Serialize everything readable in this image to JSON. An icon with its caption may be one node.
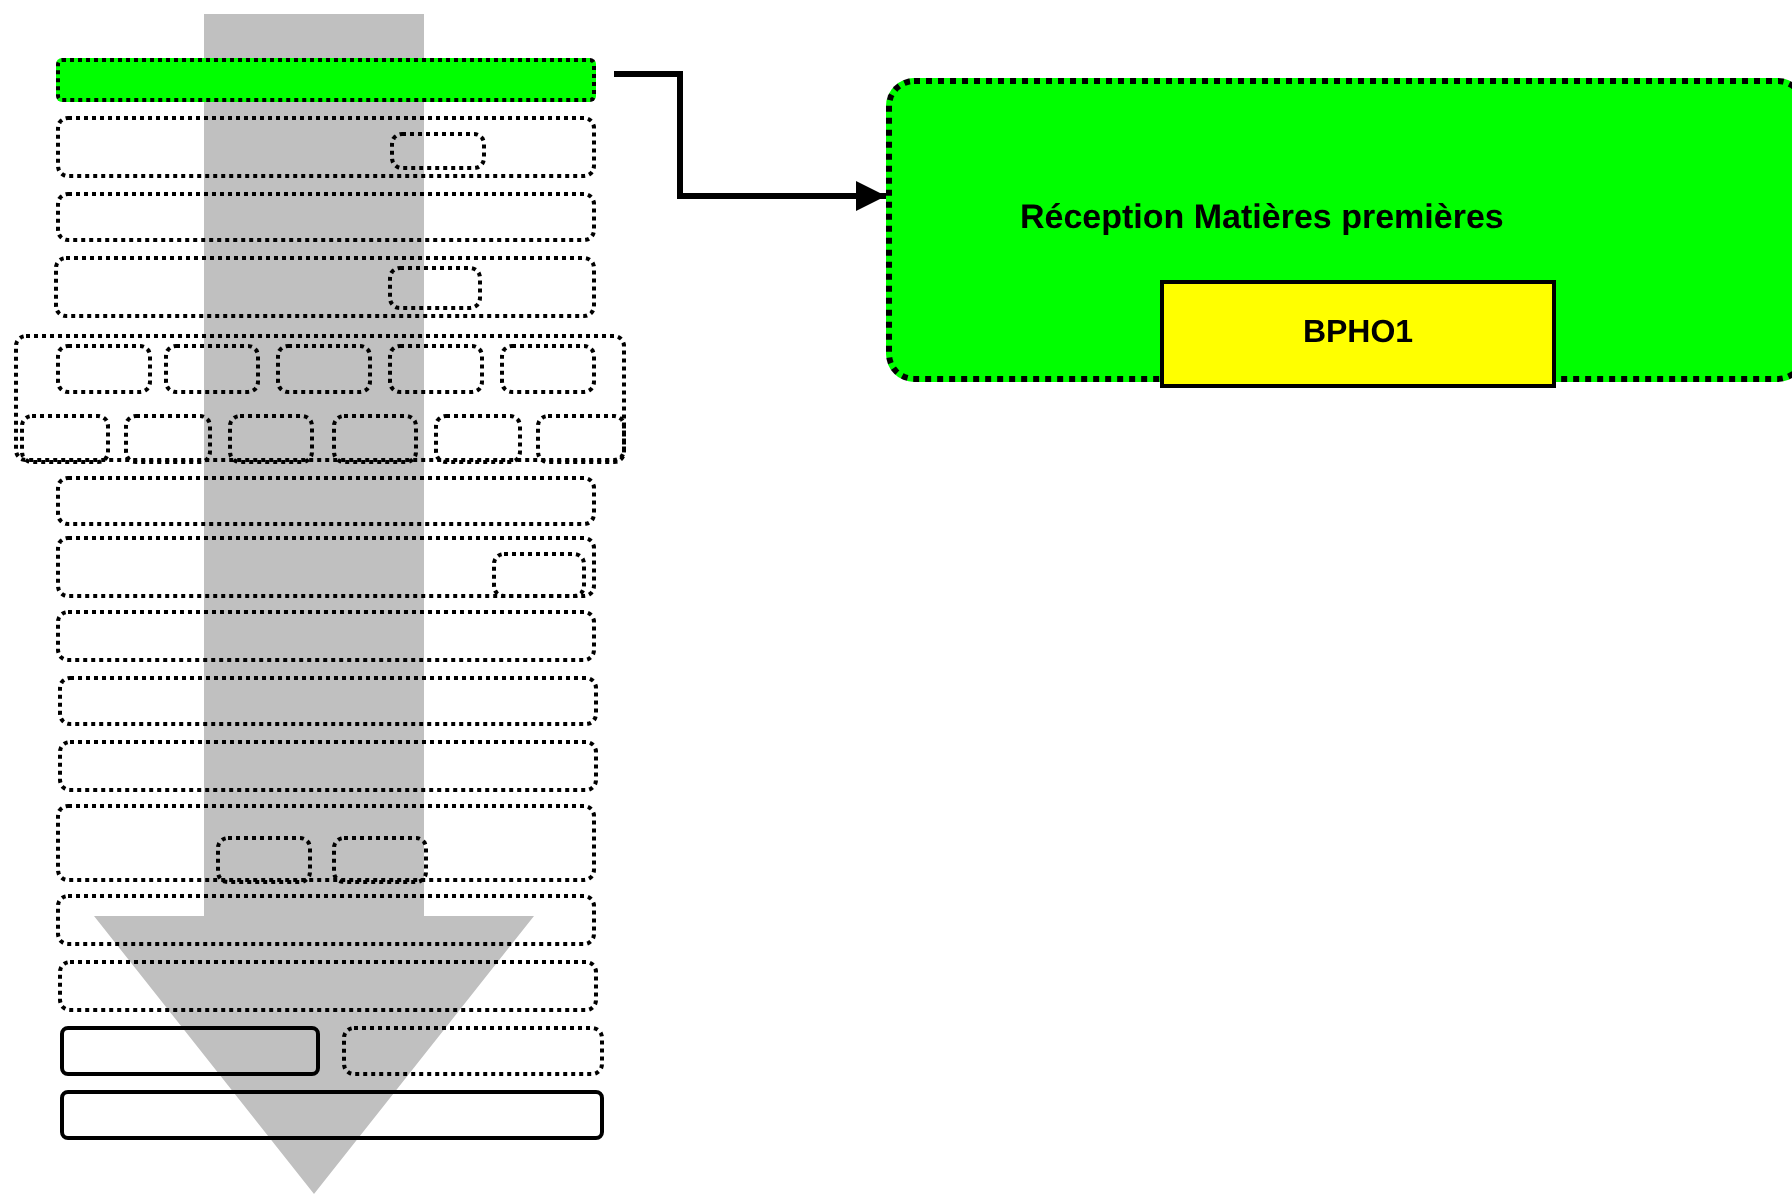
{
  "diagram": {
    "nodes": [
      {
        "text": [],
        "shape": "box"
      },
      {
        "text": [],
        "shape": "box"
      },
      {
        "text": [],
        "shape": "box",
        "in": 1
      },
      {
        "text": [],
        "shape": "box"
      },
      {
        "text": [],
        "shape": "box"
      },
      {
        "text": [],
        "shape": "box",
        "in": 4
      },
      {
        "text": [],
        "shape": "box"
      },
      {
        "text": [],
        "shape": "box",
        "in": 6
      },
      {
        "text": [],
        "shape": "box",
        "in": 6
      },
      {
        "text": [],
        "shape": "box",
        "in": 6
      },
      {
        "text": [],
        "shape": "box",
        "in": 6
      },
      {
        "text": [],
        "shape": "box",
        "in": 6
      },
      {
        "text": [],
        "shape": "box",
        "in": 6
      },
      {
        "text": [],
        "shape": "box",
        "in": 6
      },
      {
        "text": [],
        "shape": "box",
        "in": 6
      },
      {
        "text": [],
        "shape": "box",
        "in": 6
      },
      {
        "text": [],
        "shape": "box",
        "in": 6
      },
      {
        "text": [],
        "shape": "box",
        "in": 6
      },
      {
        "text": [],
        "shape": "box"
      },
      {
        "text": [],
        "shape": "box"
      },
      {
        "text": [],
        "shape": "box",
        "in": 19
      },
      {
        "text": [],
        "shape": "box"
      },
      {
        "text": [],
        "shape": "box"
      },
      {
        "text": [],
        "shape": "box"
      },
      {
        "text": [],
        "shape": "box"
      },
      {
        "text": [],
        "shape": "box",
        "in": 24
      },
      {
        "text": [],
        "shape": "box",
        "in": 24
      },
      {
        "text": [],
        "shape": "box"
      },
      {
        "text": [],
        "shape": "box"
      },
      {
        "text": [],
        "shape": "box"
      },
      {
        "text": [],
        "shape": "box"
      },
      {
        "text": [],
        "shape": "box"
      },
      {
        "text": [
          "Réception Matières premières"
        ]
      },
      {
        "text": [
          "BPHO1"
        ],
        "in": 32
      }
    ],
    "edges": [
      {
        "from": 0,
        "to": 32,
        "arrow": "to"
      },
      {
        "from": 0,
        "to": 31,
        "arrow": "to",
        "style": "thick",
        "color": "#c0c0c0"
      }
    ]
  }
}
